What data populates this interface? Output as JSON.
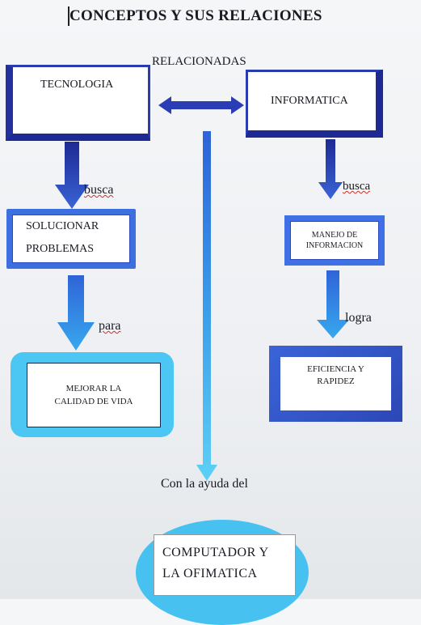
{
  "title": "CONCEPTOS Y SUS RELACIONES",
  "relation_label": "RELACIONADAS",
  "nodes": {
    "tecnologia": "TECNOLOGIA",
    "informatica": "INFORMATICA",
    "solucionar": {
      "line1": "SOLUCIONAR",
      "line2": "PROBLEMAS"
    },
    "manejo": {
      "line1": "MANEJO DE",
      "line2": "INFORMACION"
    },
    "mejorar": {
      "line1": "MEJORAR LA",
      "line2": "CALIDAD DE VIDA"
    },
    "eficiencia": {
      "line1": "EFICIENCIA Y",
      "line2": "RAPIDEZ"
    },
    "computador": {
      "line1": "COMPUTADOR Y",
      "line2": "LA OFIMATICA"
    }
  },
  "edges": {
    "busca_left": "busca",
    "busca_right": "busca",
    "para": "para",
    "logra": "logra",
    "con_ayuda": "Con la ayuda del"
  },
  "colors": {
    "dark_blue": "#1d2a94",
    "mid_blue": "#3d6fe0",
    "light_blue": "#4cc6f2"
  }
}
